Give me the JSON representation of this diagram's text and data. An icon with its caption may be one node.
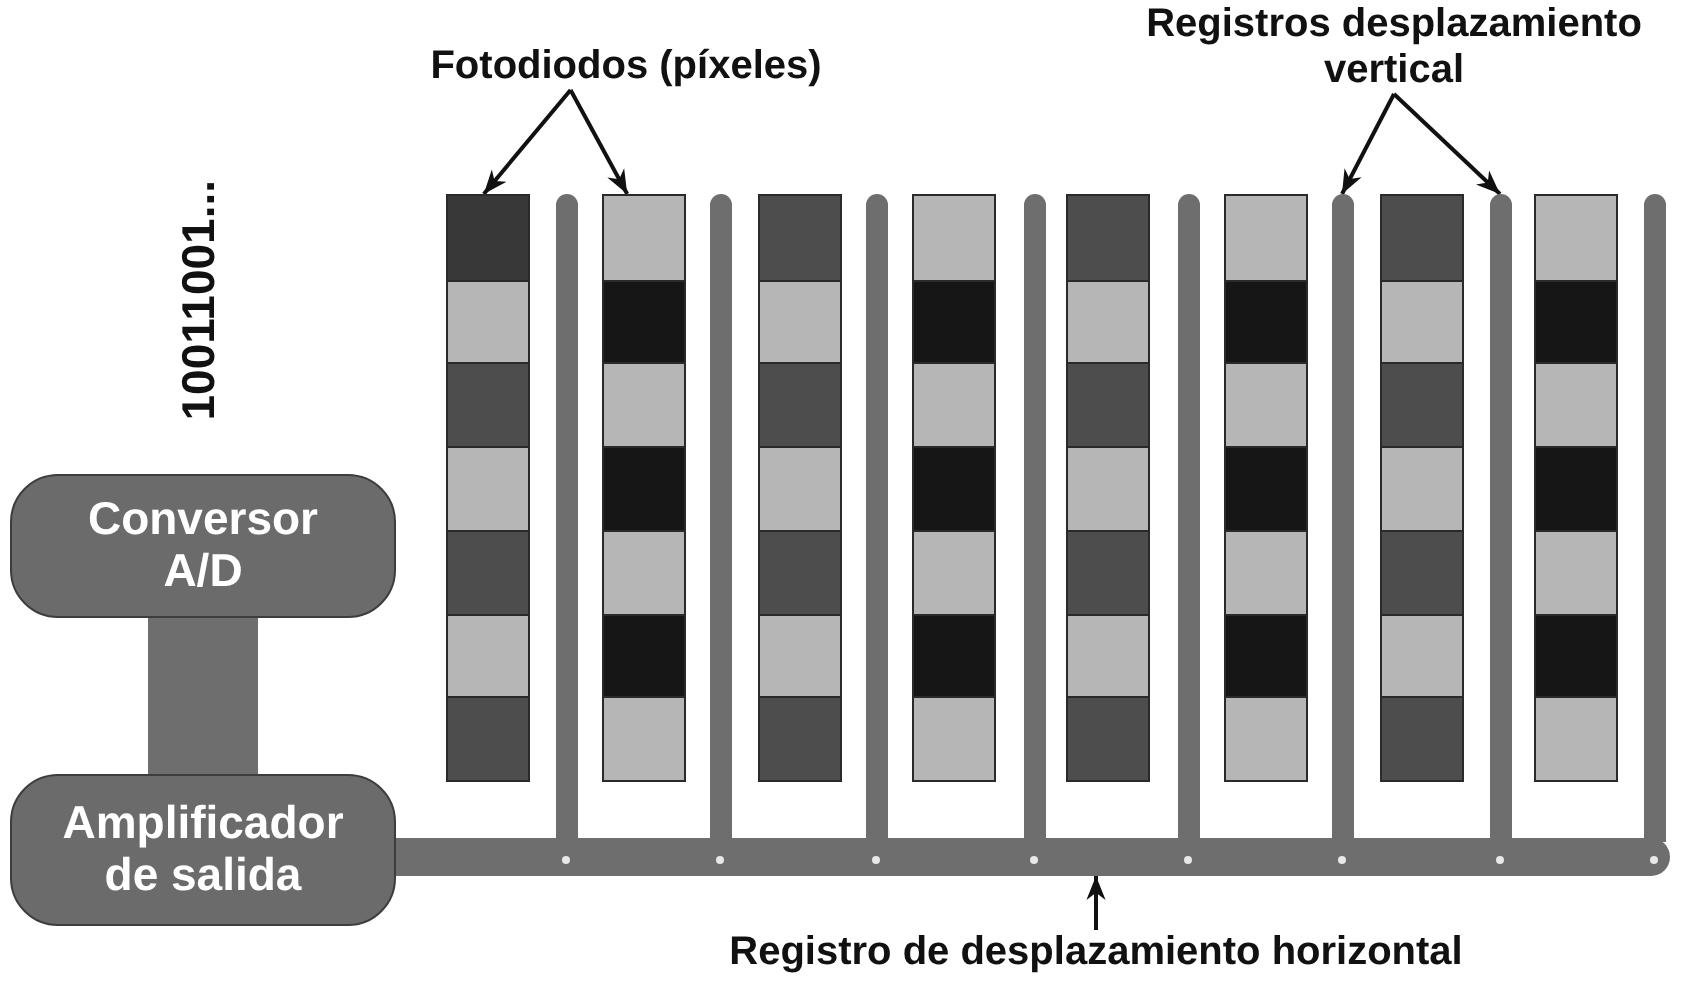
{
  "diagram": {
    "nodes": [
      {
        "text": [
          "Fotodiodos (píxeles)"
        ]
      },
      {
        "text": [
          "Registros desplazamiento vertical"
        ]
      },
      {
        "text": [],
        "shape": "box"
      },
      {
        "text": [],
        "shape": "bar"
      },
      {
        "text": [],
        "shape": "box"
      },
      {
        "text": [],
        "shape": "bar"
      },
      {
        "text": [],
        "shape": "box"
      },
      {
        "text": [],
        "shape": "bar"
      },
      {
        "text": [],
        "shape": "box"
      },
      {
        "text": [],
        "shape": "bar"
      },
      {
        "text": [],
        "shape": "box"
      },
      {
        "text": [],
        "shape": "bar"
      },
      {
        "text": [],
        "shape": "box"
      },
      {
        "text": [],
        "shape": "bar"
      },
      {
        "text": [],
        "shape": "box"
      },
      {
        "text": [],
        "shape": "bar"
      },
      {
        "text": [],
        "shape": "box"
      },
      {
        "text": [],
        "shape": "bar"
      },
      {
        "text": [
          "Conversor A/D"
        ]
      },
      {
        "text": [
          "Amplificador de salida"
        ]
      },
      {
        "text": [],
        "shape": "bar"
      },
      {
        "text": [
          "Registro de desplazamiento horizontal"
        ]
      }
    ],
    "edges": [
      {
        "from": 0,
        "to": 2,
        "arrow": "to"
      },
      {
        "from": 0,
        "to": 4,
        "arrow": "to"
      },
      {
        "from": 1,
        "to": 13,
        "arrow": "to"
      },
      {
        "from": 1,
        "to": 15,
        "arrow": "to"
      },
      {
        "from": 18,
        "to": 19,
        "arrow": "none",
        "style": "thick",
        "color": "#6e6e6e"
      },
      {
        "from": 21,
        "to": 20,
        "arrow": "to"
      }
    ],
    "labels": [
      "10011001..."
    ]
  }
}
